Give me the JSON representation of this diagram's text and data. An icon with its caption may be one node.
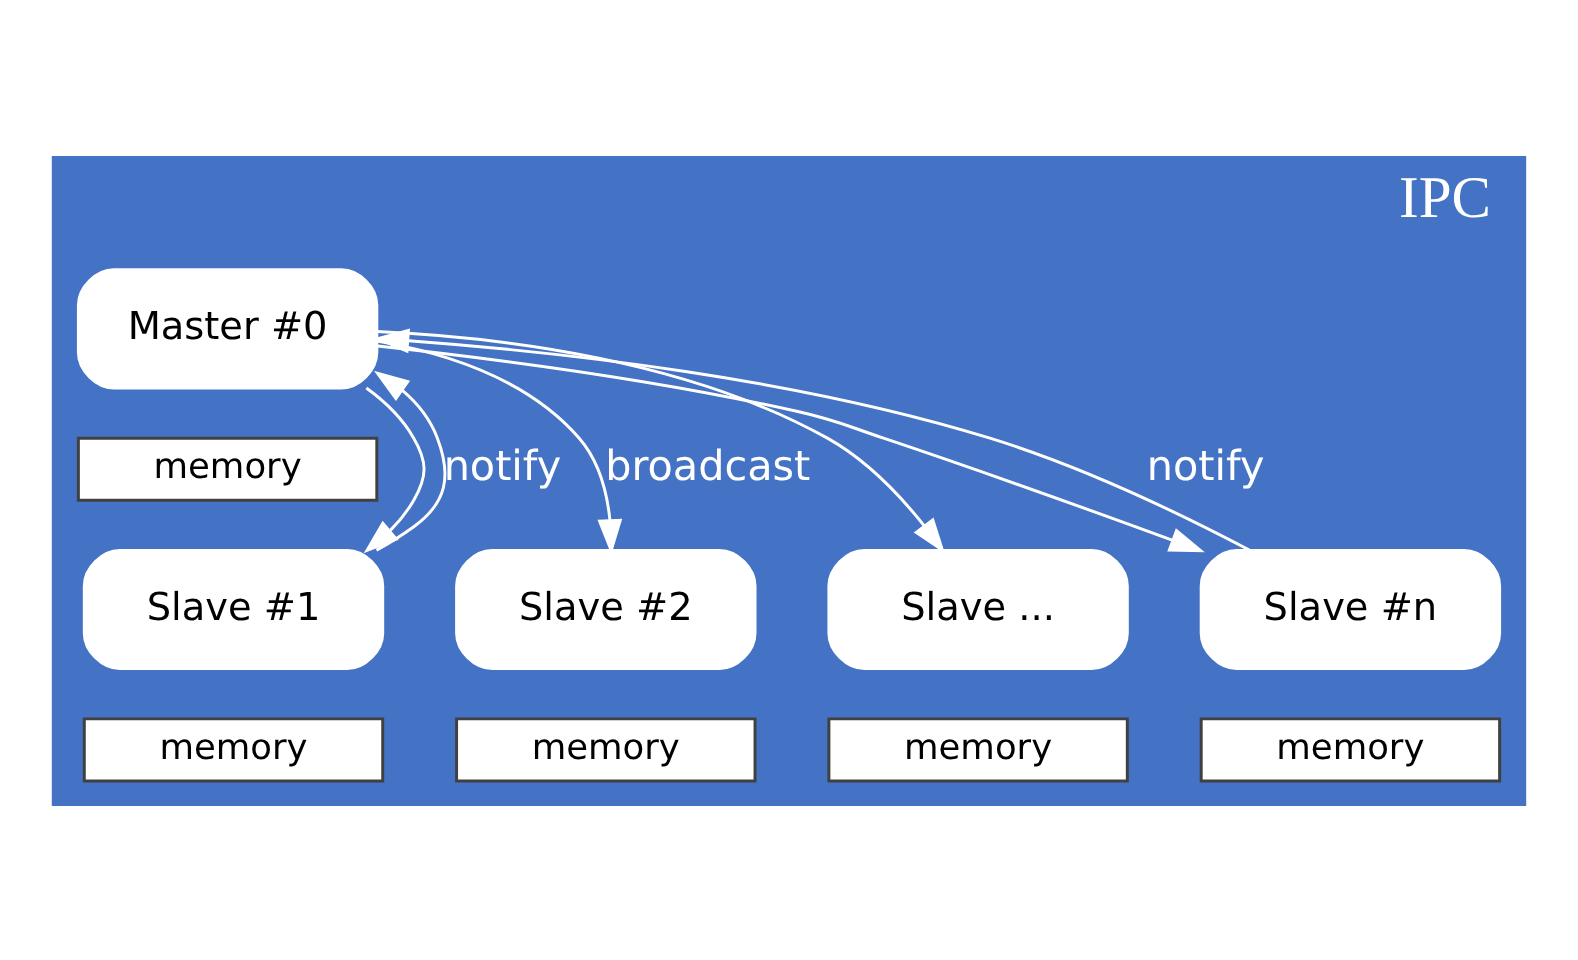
{
  "diagram": {
    "nodes": [
      {
        "text": [
          "IPC"
        ]
      },
      {
        "text": [
          "Master #0"
        ],
        "in": 0
      },
      {
        "text": [
          "memory"
        ],
        "in": 0
      },
      {
        "text": [
          "Slave #1"
        ],
        "in": 0
      },
      {
        "text": [
          "memory"
        ],
        "in": 0
      },
      {
        "text": [
          "Slave #2"
        ],
        "in": 0
      },
      {
        "text": [
          "memory"
        ],
        "in": 0
      },
      {
        "text": [
          "Slave ..."
        ],
        "in": 0
      },
      {
        "text": [
          "memory"
        ],
        "in": 0
      },
      {
        "text": [
          "Slave #n"
        ],
        "in": 0
      },
      {
        "text": [
          "memory"
        ],
        "in": 0
      }
    ],
    "edges": [
      {
        "from": 1,
        "to": 3,
        "arrow": "to"
      },
      {
        "from": 1,
        "to": 5,
        "arrow": "to",
        "label": "broadcast"
      },
      {
        "from": 1,
        "to": 7,
        "arrow": "to"
      },
      {
        "from": 1,
        "to": 9,
        "arrow": "to"
      },
      {
        "from": 3,
        "to": 1,
        "arrow": "to",
        "label": "notify"
      },
      {
        "from": 9,
        "to": 1,
        "arrow": "to",
        "label": "notify"
      }
    ]
  }
}
